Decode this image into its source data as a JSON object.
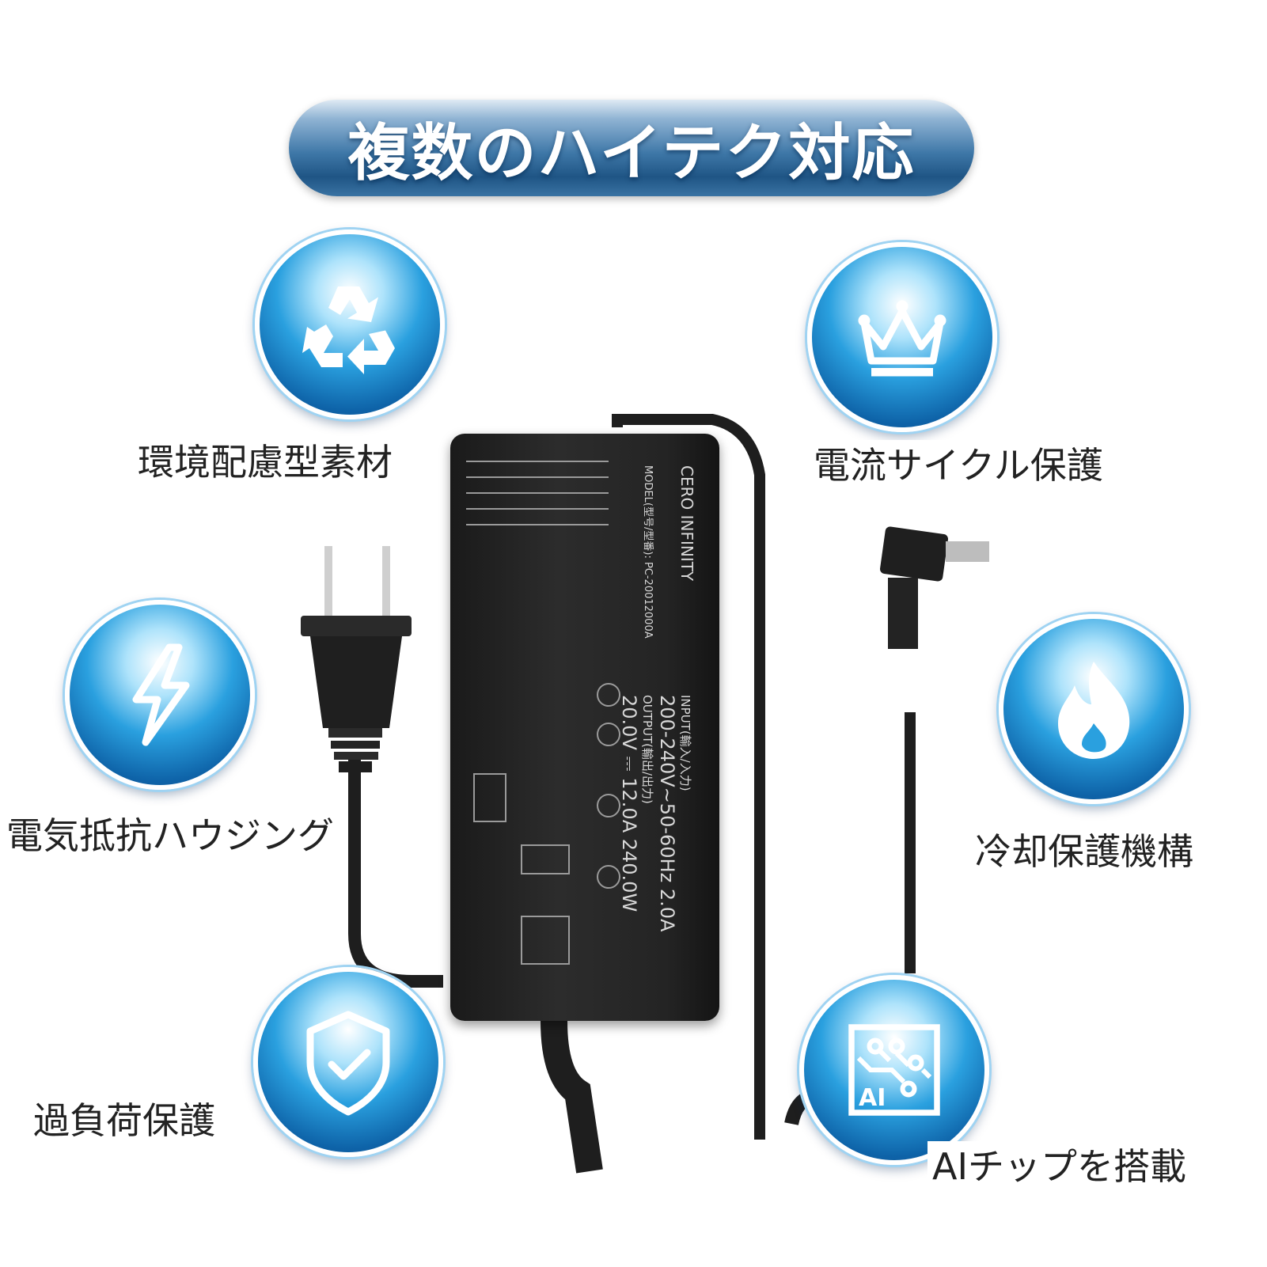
{
  "banner": {
    "title": "複数のハイテク対応"
  },
  "features": [
    {
      "id": "eco",
      "label": "環境配慮型素材",
      "icon": "recycle-icon"
    },
    {
      "id": "current",
      "label": "電流サイクル保護",
      "icon": "crown-icon"
    },
    {
      "id": "housing",
      "label": "電気抵抗ハウジング",
      "icon": "lightning-icon"
    },
    {
      "id": "cooling",
      "label": "冷却保護機構",
      "icon": "flame-icon"
    },
    {
      "id": "overload",
      "label": "過負荷保護",
      "icon": "shield-check-icon"
    },
    {
      "id": "aichip",
      "label": "AIチップを搭載",
      "icon": "ai-chip-icon"
    }
  ],
  "product": {
    "brand": "CERO INFINITY",
    "input_line1": "INPUT(輸入/入力)",
    "input_line2": "200-240V~50-60Hz 2.0A",
    "output_line1": "OUTPUT(輸出/出力)",
    "output_line2": "20.0V ⎓ 12.0A 240.0W",
    "model": "MODEL(型号/型番): PC-20012000A",
    "chip_text": "AI"
  },
  "colors": {
    "ring_blue": "#3d95d4",
    "icon_deep": "#0e63a8",
    "adapter": "#242424"
  }
}
